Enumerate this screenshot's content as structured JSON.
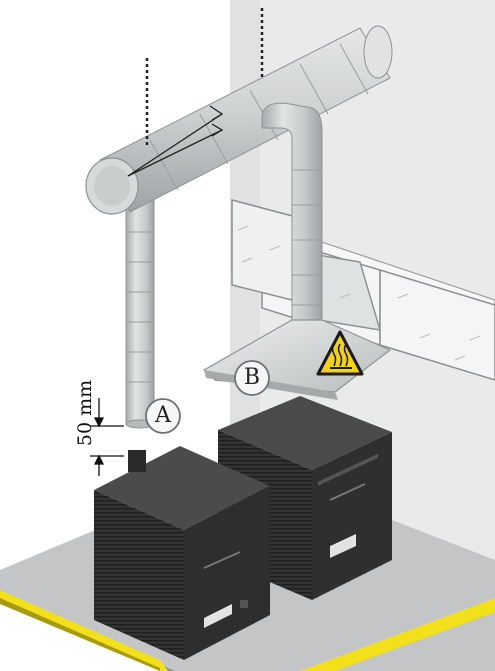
{
  "labels": {
    "callout_a": "A",
    "callout_b": "B",
    "dimension": "50 mm"
  },
  "colors": {
    "wall": "#e9ebea",
    "wall_shadow": "#d3d6d5",
    "floor": "#c2c4c5",
    "floor_edge": "#8e9294",
    "stripe": "#f2e11a",
    "duct": "#cfd2d3",
    "duct_dark": "#a9adaf",
    "furnace": "#3a3a3a",
    "furnace_side": "#2a2a2a",
    "furnace_top": "#4a4a4a",
    "hood": "#d8dadb",
    "window": "#f4f5f6",
    "warning": "#f3d21a"
  },
  "icons": {
    "warning": "hot-surface-warning-icon"
  }
}
